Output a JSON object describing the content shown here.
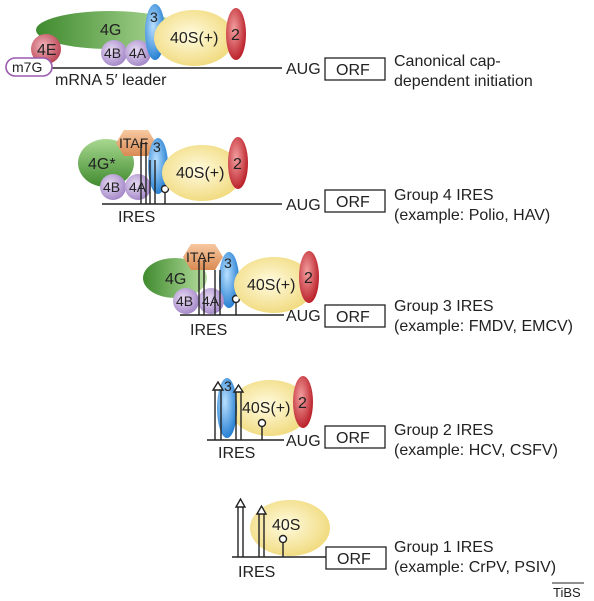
{
  "rows": [
    {
      "id": "canonical",
      "labels": {
        "eif4g": "4G",
        "eif4e": "4E",
        "cap": "m7G",
        "eif4b": "4B",
        "eif4a": "4A",
        "eif3": "3",
        "ribosome": "40S(+)",
        "eif2": "2",
        "leader": "mRNA 5′ leader",
        "aug": "AUG",
        "orf": "ORF"
      },
      "desc_line1": "Canonical cap-",
      "desc_line2": "dependent  initiation"
    },
    {
      "id": "group4",
      "labels": {
        "itaf": "ITAF",
        "eif4g": "4G*",
        "eif4b": "4B",
        "eif4a": "4A",
        "eif3": "3",
        "ribosome": "40S(+)",
        "eif2": "2",
        "ires": "IRES",
        "aug": "AUG",
        "orf": "ORF"
      },
      "desc_line1": "Group 4 IRES",
      "desc_line2": "(example: Polio, HAV)"
    },
    {
      "id": "group3",
      "labels": {
        "itaf": "ITAF",
        "eif4g": "4G",
        "eif4b": "4B",
        "eif4a": "4A",
        "eif3": "3",
        "ribosome": "40S(+)",
        "eif2": "2",
        "ires": "IRES",
        "aug": "AUG",
        "orf": "ORF"
      },
      "desc_line1": "Group 3 IRES",
      "desc_line2": "(example: FMDV, EMCV)"
    },
    {
      "id": "group2",
      "labels": {
        "eif3": "3",
        "ribosome": "40S(+)",
        "eif2": "2",
        "ires": "IRES",
        "aug": "AUG",
        "orf": "ORF"
      },
      "desc_line1": "Group 2 IRES",
      "desc_line2": "(example: HCV, CSFV)"
    },
    {
      "id": "group1",
      "labels": {
        "ribosome": "40S",
        "ires": "IRES",
        "orf": "ORF"
      },
      "desc_line1": "Group 1 IRES",
      "desc_line2": "(example: CrPV, PSIV)"
    }
  ],
  "credit": "TiBS",
  "colors": {
    "eif4g": "#4e9a3a",
    "eif4e": "#c24a5a",
    "eif4b_4a": "#b49ad0",
    "eif3": "#2f8fd8",
    "ribosome": "#f5e49a",
    "eif2": "#c8202a",
    "itaf": "#e8a068",
    "cap": "#9a5ab0"
  }
}
